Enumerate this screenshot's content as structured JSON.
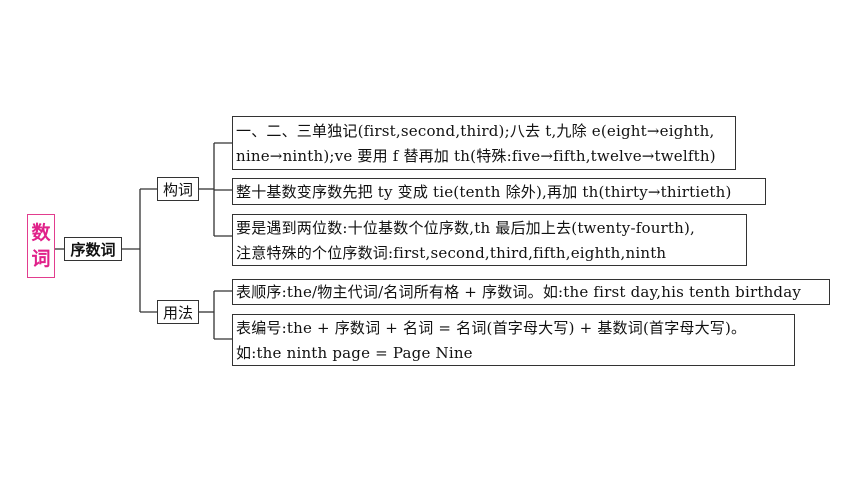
{
  "root": {
    "title_chars": [
      "数",
      "词"
    ]
  },
  "level1": {
    "label": "序数词"
  },
  "branches": [
    {
      "label": "构词",
      "items": [
        {
          "lines": [
            "一、二、三单独记(first,second,third);八去 t,九除 e(eight→eighth,",
            "nine→ninth);ve 要用 f 替再加 th(特殊:five→fifth,twelve→twelfth)"
          ]
        },
        {
          "lines": [
            "整十基数变序数先把 ty 变成 tie(tenth 除外),再加 th(thirty→thirtieth)"
          ]
        },
        {
          "lines": [
            "要是遇到两位数:十位基数个位序数,th 最后加上去(twenty-fourth),",
            "注意特殊的个位序数词:first,second,third,fifth,eighth,ninth"
          ]
        }
      ]
    },
    {
      "label": "用法",
      "items": [
        {
          "lines": [
            "表顺序:the/物主代词/名词所有格 + 序数词。如:the first day,his tenth birthday"
          ]
        },
        {
          "lines": [
            "表编号:the + 序数词 + 名词 = 名词(首字母大写) + 基数词(首字母大写)。",
            "如:the ninth page = Page Nine"
          ]
        }
      ]
    }
  ],
  "colors": {
    "root_text": "#e0218a",
    "root_border": "#e23d8e",
    "line": "#333333"
  }
}
